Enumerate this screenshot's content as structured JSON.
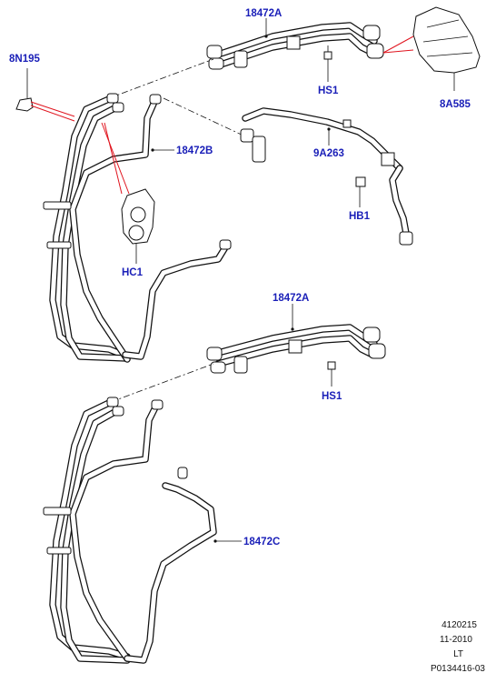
{
  "callouts": {
    "c_18472A_top": "18472A",
    "c_8N195": "8N195",
    "c_HS1_top": "HS1",
    "c_8A585": "8A585",
    "c_18472B": "18472B",
    "c_9A263": "9A263",
    "c_HB1": "HB1",
    "c_HC1": "HC1",
    "c_18472A_bottom": "18472A",
    "c_HS1_bottom": "HS1",
    "c_18472C": "18472C"
  },
  "reference_block": {
    "line1": "4120215",
    "line2": "11-2010",
    "line3": "LT",
    "line4": "P0134416-03"
  },
  "colors": {
    "label": "#1a1fb8",
    "leader_highlight": "#e0141e",
    "line": "#111111"
  }
}
